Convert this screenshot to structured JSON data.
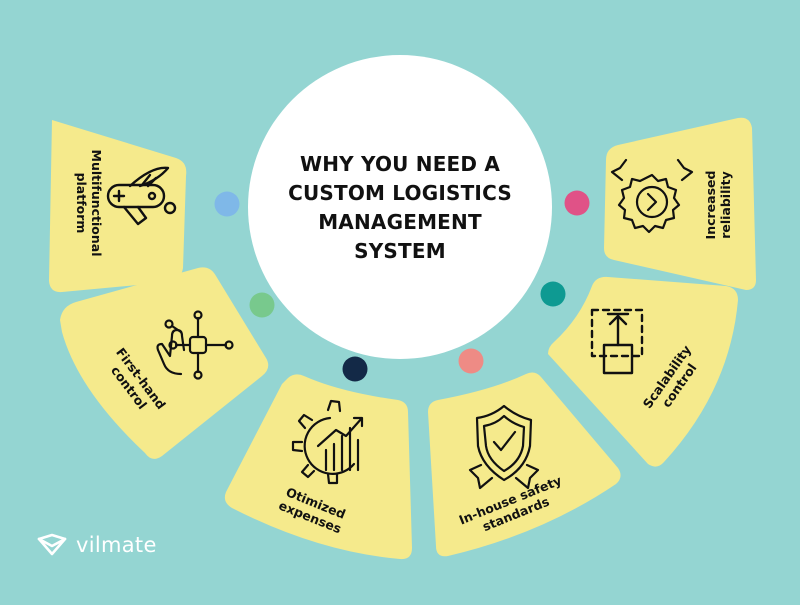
{
  "title": "WHY YOU NEED A CUSTOM LOGISTICS MANAGEMENT SYSTEM",
  "items": [
    {
      "line1": "Multifunctional",
      "line2": "platform",
      "icon": "swiss-knife-icon"
    },
    {
      "line1": "First-hand",
      "line2": "control",
      "icon": "hand-control-icon"
    },
    {
      "line1": "Otimized",
      "line2": "expenses",
      "icon": "gear-chart-icon"
    },
    {
      "line1": "In-house safety",
      "line2": "standards",
      "icon": "shield-check-icon"
    },
    {
      "line1": "Scalability",
      "line2": "control",
      "icon": "scale-boxes-icon"
    },
    {
      "line1": "Increased",
      "line2": "reliability",
      "icon": "badge-ribbon-icon"
    }
  ],
  "dot_colors": [
    "#7fb8e8",
    "#78c98d",
    "#132947",
    "#ee8b85",
    "#0e9a92",
    "#e05287"
  ],
  "colors": {
    "background": "#94d5d2",
    "card": "#f5ea8c",
    "circle": "#ffffff",
    "text": "#111111",
    "brand": "#ffffff"
  },
  "brand": {
    "name": "vilmate",
    "icon": "vilmate-logo-icon"
  }
}
